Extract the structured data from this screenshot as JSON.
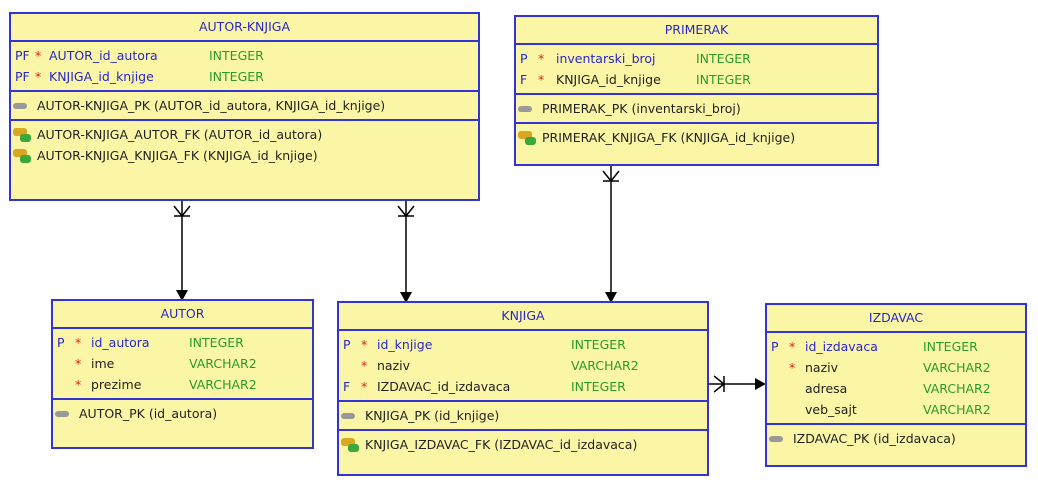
{
  "tables": [
    {
      "name": "AUTOR-KNJIGA",
      "columns": [
        {
          "key": "PF",
          "req": "*",
          "name": "AUTOR_id_autora",
          "type": "INTEGER",
          "key_style": "key"
        },
        {
          "key": "PF",
          "req": "*",
          "name": "KNJIGA_id_knjige",
          "type": "INTEGER",
          "key_style": "key"
        }
      ],
      "pk": "AUTOR-KNJIGA_PK (AUTOR_id_autora, KNJIGA_id_knjige)",
      "fks": [
        "AUTOR-KNJIGA_AUTOR_FK (AUTOR_id_autora)",
        "AUTOR-KNJIGA_KNJIGA_FK (KNJIGA_id_knjige)"
      ]
    },
    {
      "name": "PRIMERAK",
      "columns": [
        {
          "key": "P",
          "req": "*",
          "name": "inventarski_broj",
          "type": "INTEGER"
        },
        {
          "key": "F",
          "req": "*",
          "name": "KNJIGA_id_knjige",
          "type": "INTEGER"
        }
      ],
      "pk": "PRIMERAK_PK (inventarski_broj)",
      "fks": [
        "PRIMERAK_KNJIGA_FK (KNJIGA_id_knjige)"
      ]
    },
    {
      "name": "AUTOR",
      "columns": [
        {
          "key": "P",
          "req": "*",
          "name": "id_autora",
          "type": "INTEGER"
        },
        {
          "key": "",
          "req": "*",
          "name": "ime",
          "type": "VARCHAR2"
        },
        {
          "key": "",
          "req": "*",
          "name": "prezime",
          "type": "VARCHAR2"
        }
      ],
      "pk": "AUTOR_PK (id_autora)",
      "fks": []
    },
    {
      "name": "KNJIGA",
      "columns": [
        {
          "key": "P",
          "req": "*",
          "name": "id_knjige",
          "type": "INTEGER"
        },
        {
          "key": "",
          "req": "*",
          "name": "naziv",
          "type": "VARCHAR2"
        },
        {
          "key": "F",
          "req": "*",
          "name": "IZDAVAC_id_izdavaca",
          "type": "INTEGER"
        }
      ],
      "pk": "KNJIGA_PK (id_knjige)",
      "fks": [
        "KNJIGA_IZDAVAC_FK (IZDAVAC_id_izdavaca)"
      ]
    },
    {
      "name": "IZDAVAC",
      "columns": [
        {
          "key": "P",
          "req": "*",
          "name": "id_izdavaca",
          "type": "INTEGER"
        },
        {
          "key": "",
          "req": "*",
          "name": "naziv",
          "type": "VARCHAR2"
        },
        {
          "key": "",
          "req": "",
          "name": "adresa",
          "type": "VARCHAR2"
        },
        {
          "key": "",
          "req": "",
          "name": "veb_sajt",
          "type": "VARCHAR2"
        }
      ],
      "pk": "IZDAVAC_PK (id_izdavaca)",
      "fks": []
    }
  ],
  "colors": {
    "border": "#3434d4",
    "fill": "#fbf6a5",
    "type": "#2a9a2a",
    "key": "#2828c8",
    "required": "#e02020"
  },
  "icons": {
    "pk": "key-icon",
    "fk": "foreign-key-icon"
  }
}
